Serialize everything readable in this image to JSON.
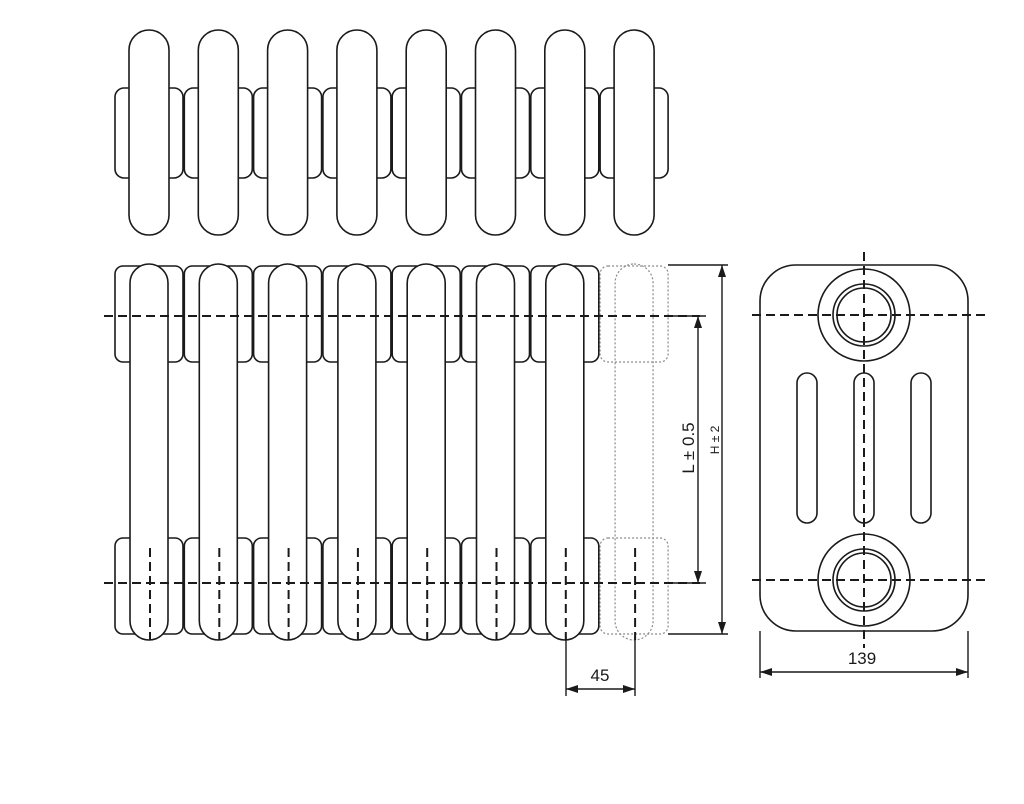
{
  "drawing": {
    "views": [
      "top",
      "front",
      "side"
    ],
    "top_view": {
      "column_count": 8
    },
    "front_view": {
      "column_count": 8,
      "ghost_column_count": 1
    },
    "side_view": {
      "pipe_count": 2,
      "slot_count": 3
    }
  },
  "dimensions": {
    "section_pitch": "45",
    "depth": "139",
    "connection_distance": "L ± 0.5",
    "height": "H ± 2"
  }
}
